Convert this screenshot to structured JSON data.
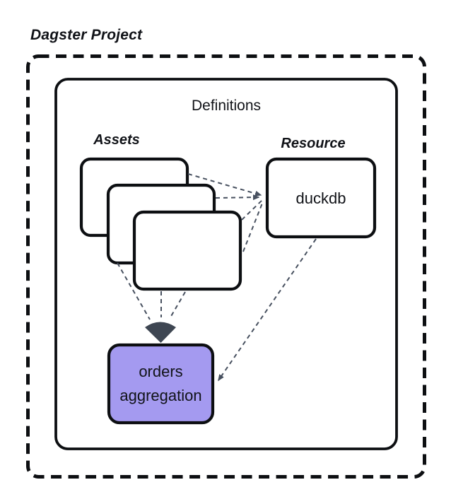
{
  "diagram": {
    "title": "Dagster Project",
    "container": {
      "label": "Definitions"
    },
    "groups": {
      "assets": {
        "label": "Assets",
        "card_count": 3
      },
      "resource": {
        "label": "Resource"
      }
    },
    "nodes": {
      "duckdb": {
        "label": "duckdb"
      },
      "orders": {
        "label": "orders aggregation"
      }
    },
    "edges": [
      {
        "from": "asset-card-1",
        "to": "duckdb"
      },
      {
        "from": "asset-card-2",
        "to": "duckdb"
      },
      {
        "from": "asset-card-3",
        "to": "duckdb"
      },
      {
        "from": "asset-card-1",
        "to": "orders"
      },
      {
        "from": "asset-card-2",
        "to": "orders"
      },
      {
        "from": "asset-card-3",
        "to": "orders"
      },
      {
        "from": "duckdb",
        "to": "orders"
      }
    ],
    "colors": {
      "border": "#0d0f12",
      "node_fill": "#a49af0",
      "connector": "#47505f",
      "arrowhead": "#3e4652",
      "card_fill": "#ffffff"
    }
  }
}
